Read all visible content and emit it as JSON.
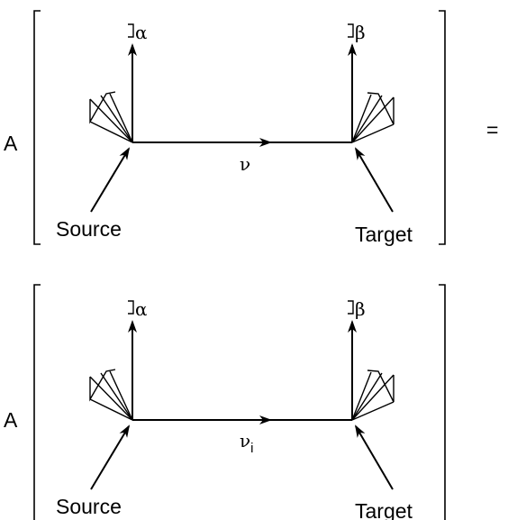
{
  "amplitude_label": "A",
  "equals_sign": "=",
  "panels": [
    {
      "source_label": "Source",
      "target_label": "Target",
      "propagator_label": "ν",
      "propagator_subscript": "",
      "source_spin_label": "α",
      "target_spin_label": "β"
    },
    {
      "source_label": "Source",
      "target_label": "Target",
      "propagator_label": "ν",
      "propagator_subscript": "i",
      "source_spin_label": "α",
      "target_spin_label": "β"
    }
  ]
}
